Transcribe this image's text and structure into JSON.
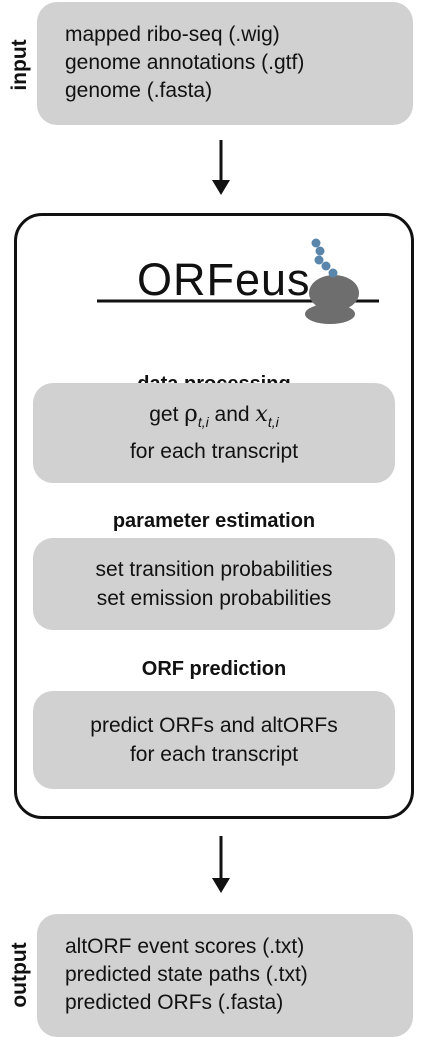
{
  "input": {
    "label": "input",
    "lines": [
      "mapped ribo-seq (.wig)",
      "genome annotations (.gtf)",
      "genome (.fasta)"
    ]
  },
  "orfeus": {
    "logo_text": "ORFeus",
    "sections": [
      {
        "title": "data processing",
        "line1_prefix": "get ",
        "line1_sym1": "ρ",
        "line1_sub1": "t,i",
        "line1_mid": " and ",
        "line1_sym2": "x",
        "line1_sub2": "t,i",
        "line2": "for each transcript"
      },
      {
        "title": "parameter estimation",
        "line1": "set transition probabilities",
        "line2": "set emission probabilities"
      },
      {
        "title": "ORF prediction",
        "line1": "predict ORFs and altORFs",
        "line2": "for each transcript"
      }
    ]
  },
  "output": {
    "label": "output",
    "lines": [
      "altORF event scores (.txt)",
      "predicted state paths (.txt)",
      "predicted ORFs (.fasta)"
    ]
  },
  "colors": {
    "box_fill": "#d1d1d1",
    "ribosome": "#6e6e6e",
    "peptide": "#5b86ac",
    "stroke": "#111111"
  }
}
